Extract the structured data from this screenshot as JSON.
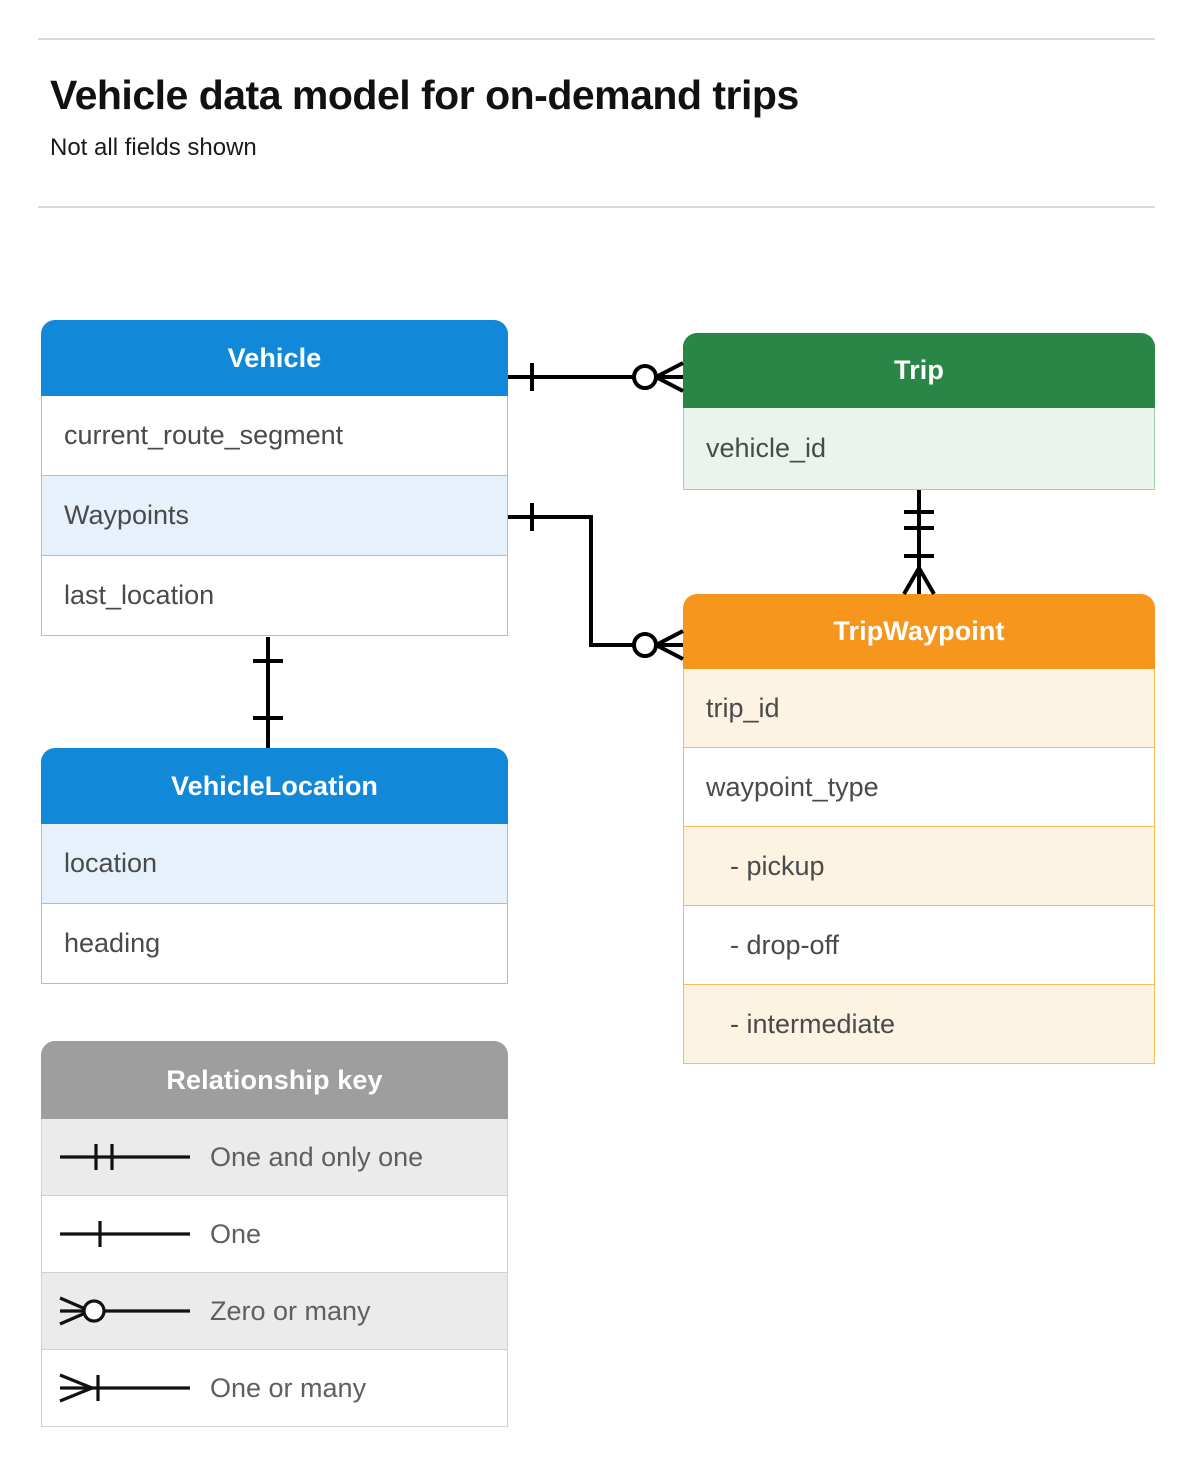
{
  "header": {
    "title": "Vehicle data model for on-demand trips",
    "subtitle": "Not all fields shown"
  },
  "colors": {
    "blue_header": "#1289d8",
    "blue_row_fill": "#e7f1fb",
    "blue_border": "#8ec8f0",
    "green_header": "#2a8646",
    "green_row_fill": "#eaf4ec",
    "green_border": "#9ed0ab",
    "orange_header": "#f7961d",
    "orange_row_fill": "#fdf3e3",
    "orange_border": "#f7bc5c",
    "legend_header": "#9e9e9e",
    "legend_row_fill": "#ebebeb",
    "legend_border": "#d0d0d0",
    "rule": "#d9d9d9",
    "connector": "#000000"
  },
  "entities": {
    "vehicle": {
      "name": "Vehicle",
      "fields": [
        "current_route_segment",
        "Waypoints",
        "last_location"
      ]
    },
    "vehicle_location": {
      "name": "VehicleLocation",
      "fields": [
        "location",
        "heading"
      ]
    },
    "trip": {
      "name": "Trip",
      "fields": [
        "vehicle_id"
      ]
    },
    "trip_waypoint": {
      "name": "TripWaypoint",
      "fields": [
        "trip_id",
        "waypoint_type",
        "- pickup",
        "- drop-off",
        "- intermediate"
      ]
    }
  },
  "legend": {
    "title": "Relationship key",
    "rows": [
      {
        "symbol": "one-and-only-one",
        "label": "One and only one"
      },
      {
        "symbol": "one",
        "label": "One"
      },
      {
        "symbol": "zero-or-many",
        "label": "Zero or many"
      },
      {
        "symbol": "one-or-many",
        "label": "One or many"
      }
    ]
  },
  "relationships": [
    {
      "from": "Vehicle",
      "from_cardinality": "one",
      "to": "Trip",
      "to_cardinality": "zero-or-many"
    },
    {
      "from": "Vehicle.Waypoints",
      "from_cardinality": "one",
      "to": "TripWaypoint",
      "to_cardinality": "zero-or-many"
    },
    {
      "from": "Vehicle",
      "from_cardinality": "one-and-only-one",
      "to": "VehicleLocation",
      "to_cardinality": "one-and-only-one"
    },
    {
      "from": "Trip",
      "from_cardinality": "one-and-only-one",
      "to": "TripWaypoint",
      "to_cardinality": "one-or-many"
    }
  ]
}
